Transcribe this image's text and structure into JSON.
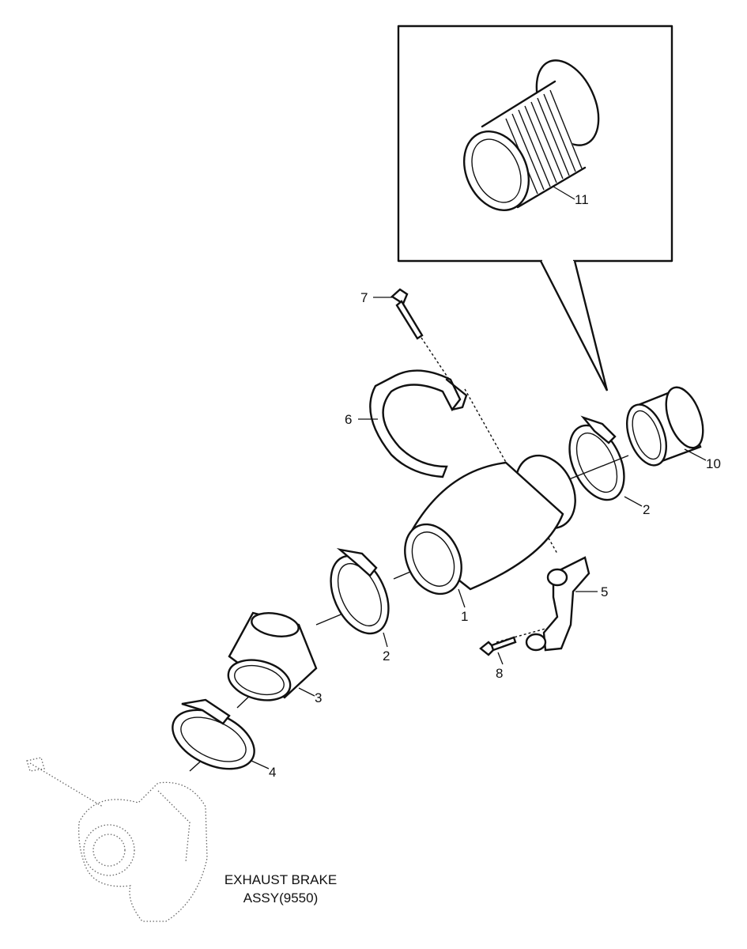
{
  "callouts": {
    "n1": "1",
    "n2a": "2",
    "n2b": "2",
    "n3": "3",
    "n4": "4",
    "n5": "5",
    "n6": "6",
    "n7": "7",
    "n8": "8",
    "n10": "10",
    "n11": "11"
  },
  "caption": {
    "line1": "EXHAUST BRAKE",
    "line2": "ASSY(9550)"
  }
}
